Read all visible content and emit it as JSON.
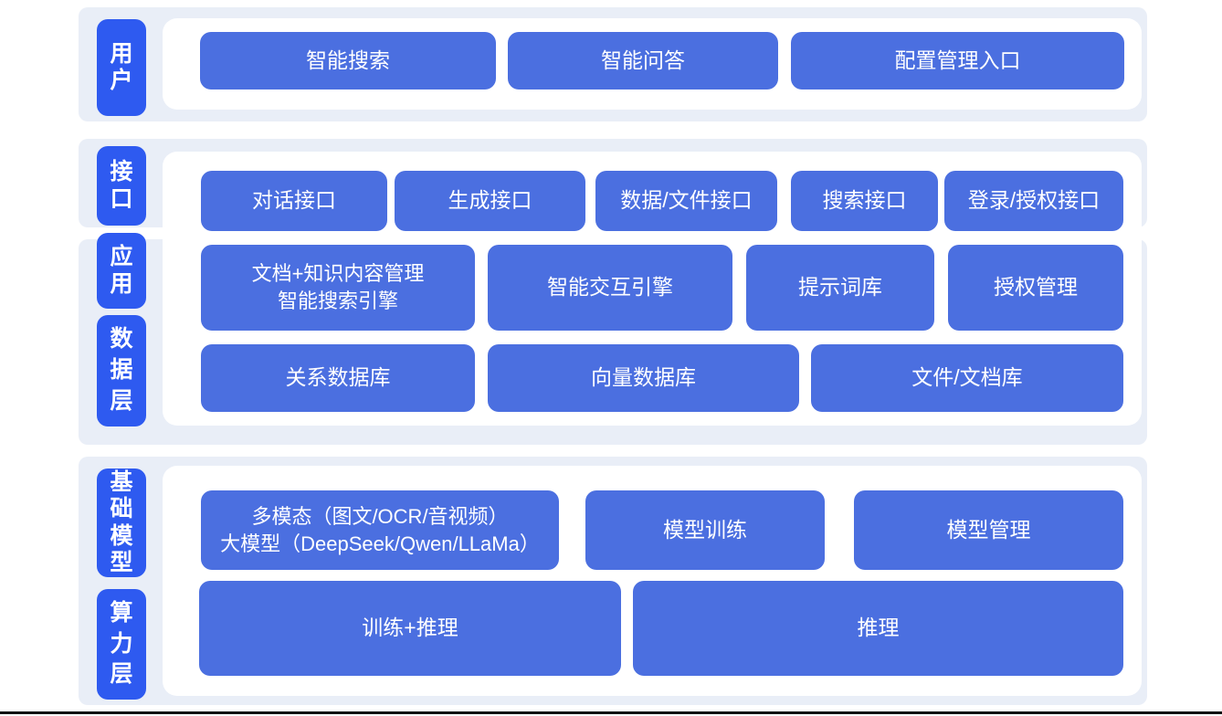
{
  "colors": {
    "band_background": "#e9eef7",
    "panel_background": "#ffffff",
    "block_blue": "#4b6fe0",
    "layer_label_blue": "#2e5af0",
    "text_on_blue": "#ffffff",
    "baseline": "#121212"
  },
  "bands": {
    "user": {
      "label": "用户",
      "buttons": [
        {
          "label": "智能搜索"
        },
        {
          "label": "智能问答"
        },
        {
          "label": "配置管理入口"
        }
      ]
    },
    "middle": {
      "labels": [
        {
          "text": "接口"
        },
        {
          "text": "应用"
        },
        {
          "text": "数据层"
        }
      ],
      "rows": [
        {
          "buttons": [
            {
              "label": "对话接口"
            },
            {
              "label": "生成接口"
            },
            {
              "label": "数据/文件接口"
            },
            {
              "label": "搜索接口"
            },
            {
              "label": "登录/授权接口"
            }
          ]
        },
        {
          "buttons": [
            {
              "line1": "文档+知识内容管理",
              "line2": "智能搜索引擎"
            },
            {
              "label": "智能交互引擎"
            },
            {
              "label": "提示词库"
            },
            {
              "label": "授权管理"
            }
          ]
        },
        {
          "buttons": [
            {
              "label": "关系数据库"
            },
            {
              "label": "向量数据库"
            },
            {
              "label": "文件/文档库"
            }
          ]
        }
      ]
    },
    "bottom": {
      "labels": [
        {
          "text": "基础模型"
        },
        {
          "text": "算力层"
        }
      ],
      "rows": [
        {
          "buttons": [
            {
              "line1": "多模态（图文/OCR/音视频）",
              "line2": "大模型（DeepSeek/Qwen/LLaMa）"
            },
            {
              "label": "模型训练"
            },
            {
              "label": "模型管理"
            }
          ]
        },
        {
          "buttons": [
            {
              "label": "训练+推理"
            },
            {
              "label": "推理"
            }
          ]
        }
      ]
    }
  }
}
